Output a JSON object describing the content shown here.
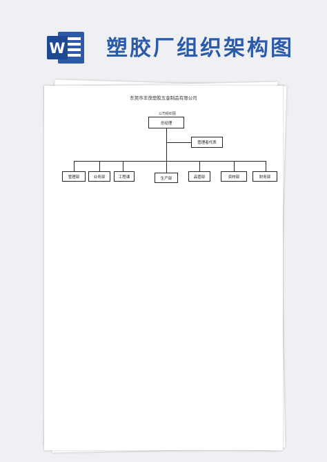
{
  "banner": {
    "title": "塑胶厂组织架构图",
    "icon": "word-icon",
    "icon_letter": "W",
    "accent_color": "#2b5aa8"
  },
  "document": {
    "company_name": "东莞市丰茂塑胶五金制品有限公司",
    "chart_caption": "公司组织图",
    "top": "总经理",
    "representative": "管理者代表",
    "departments": [
      "管理部",
      "业务部",
      "工程课",
      "生产部",
      "品管部",
      "资材部",
      "财务部"
    ]
  }
}
